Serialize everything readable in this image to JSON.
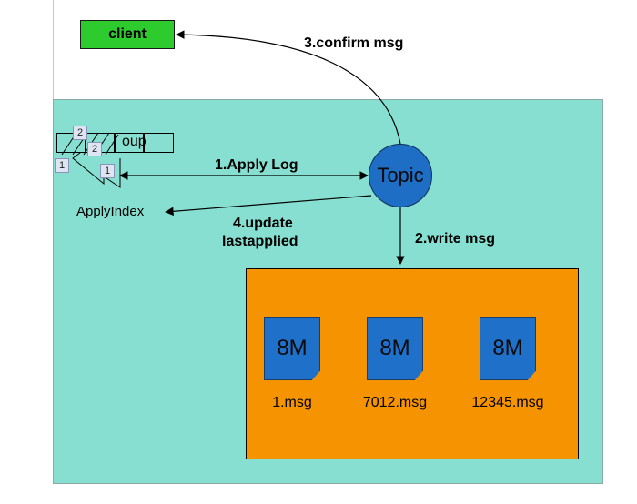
{
  "client": {
    "label": "client"
  },
  "topic": {
    "label": "Topic"
  },
  "steps": {
    "apply_log": "1.Apply Log",
    "write_msg": "2.write msg",
    "confirm_msg": "3.confirm msg",
    "update_line1": "4.update",
    "update_line2": "lastapplied"
  },
  "apply_index": {
    "label": "ApplyIndex"
  },
  "group": {
    "word_fragment": "oup",
    "markers": [
      "2",
      "2",
      "1",
      "1"
    ]
  },
  "storage": {
    "files": [
      {
        "size": "8M",
        "name": "1.msg"
      },
      {
        "size": "8M",
        "name": "7012.msg"
      },
      {
        "size": "8M",
        "name": "12345.msg"
      }
    ]
  },
  "colors": {
    "client_green": "#2ecb2e",
    "panel_teal": "#87dfd1",
    "topic_blue": "#1e6ec6",
    "storage_orange": "#f59400",
    "file_blue": "#1f70c9"
  }
}
